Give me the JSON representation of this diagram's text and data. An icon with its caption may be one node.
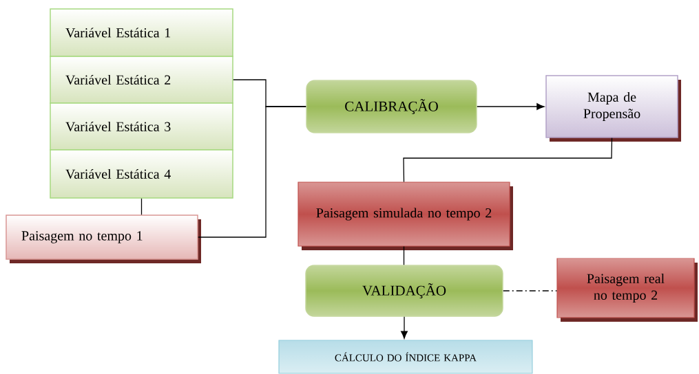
{
  "diagram": {
    "nodes": [
      {
        "text": [
          "Variável Estática 1"
        ]
      },
      {
        "text": [
          "Variável Estática 2"
        ]
      },
      {
        "text": [
          "Variável Estática 3"
        ]
      },
      {
        "text": [
          "Variável Estática 4"
        ]
      },
      {
        "text": [
          "Paisagem no tempo 1"
        ]
      },
      {
        "text": [
          "CALIBRAÇÃO"
        ]
      },
      {
        "text": [
          "Mapa de Propensão"
        ]
      },
      {
        "text": [
          "Paisagem simulada no tempo 2"
        ]
      },
      {
        "text": [
          "VALIDAÇÃO"
        ]
      },
      {
        "text": [
          "Paisagem real no tempo 2"
        ]
      },
      {
        "text": [
          "CÁLCULO DO ÍNDICE KAPPA"
        ]
      }
    ],
    "edges": [
      {
        "from": 1,
        "to": 5,
        "arrow": "none"
      },
      {
        "from": 4,
        "to": 5,
        "arrow": "none"
      },
      {
        "from": 3,
        "to": 4,
        "arrow": "none"
      },
      {
        "from": 5,
        "to": 6,
        "arrow": "to"
      },
      {
        "from": 6,
        "to": 7,
        "arrow": "none"
      },
      {
        "from": 7,
        "to": 8,
        "arrow": "none"
      },
      {
        "from": 8,
        "to": 9,
        "arrow": "none",
        "style": "dashed"
      },
      {
        "from": 8,
        "to": 10,
        "arrow": "to"
      }
    ]
  }
}
